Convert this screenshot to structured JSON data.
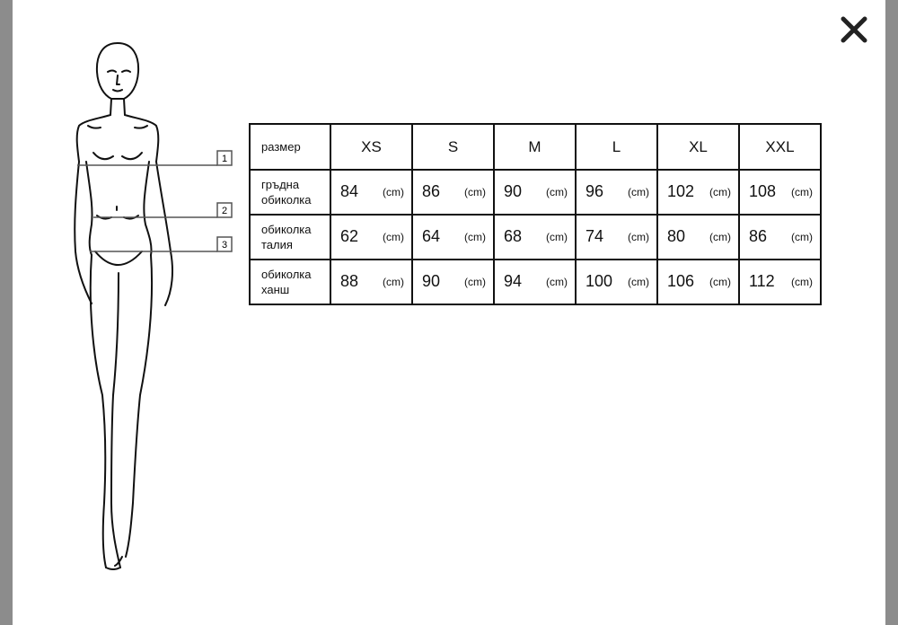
{
  "modal": {
    "close_icon": "close-icon"
  },
  "figure": {
    "markers": [
      "1",
      "2",
      "3"
    ]
  },
  "table": {
    "header_label": "размер",
    "sizes": [
      "XS",
      "S",
      "M",
      "L",
      "XL",
      "XXL"
    ],
    "unit": "(cm)",
    "rows": [
      {
        "label": [
          "гръдна",
          "обиколка"
        ],
        "values": [
          "84",
          "86",
          "90",
          "96",
          "102",
          "108"
        ]
      },
      {
        "label": [
          "обиколка",
          "талия"
        ],
        "values": [
          "62",
          "64",
          "68",
          "74",
          "80",
          "86"
        ]
      },
      {
        "label": [
          "обиколка",
          "ханш"
        ],
        "values": [
          "88",
          "90",
          "94",
          "100",
          "106",
          "112"
        ]
      }
    ]
  }
}
